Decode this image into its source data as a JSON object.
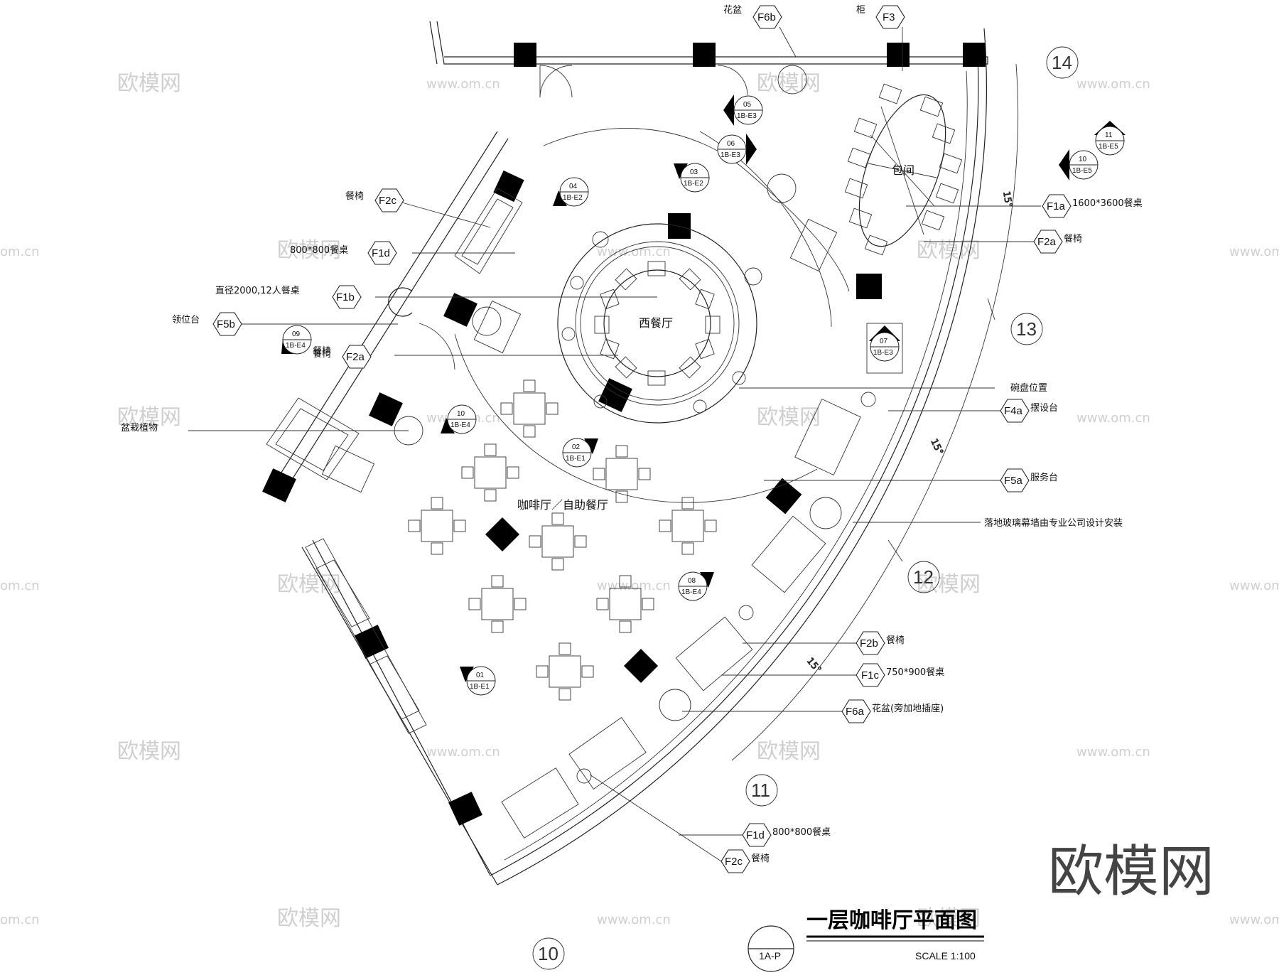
{
  "drawing": {
    "title": "一层咖啡厅平面图",
    "ref_code": "1A-P",
    "scale": "SCALE  1:100",
    "brand_mark": "欧模网"
  },
  "watermarks": {
    "logo": "欧模网",
    "url": "www.om.cn",
    "url_short": "om.cn"
  },
  "rooms": {
    "western_restaurant": "西餐厅",
    "private_room": "包间",
    "cafe_buffet": "咖啡厅／自助餐厅"
  },
  "grid_lines": [
    "14",
    "13",
    "12",
    "11",
    "10"
  ],
  "angle_label": "15°",
  "tags": [
    {
      "code": "F6b",
      "label": "花盆"
    },
    {
      "code": "F3",
      "label": "柜"
    },
    {
      "code": "F2c",
      "label": "餐椅"
    },
    {
      "code": "F1d",
      "label": "800*800餐桌"
    },
    {
      "code": "F1b",
      "label": "直径2000,12人餐桌"
    },
    {
      "code": "F5b",
      "label": "领位台"
    },
    {
      "code": "F2a",
      "label": "餐椅"
    },
    {
      "code": "F1a",
      "label": "1600*3600餐桌"
    },
    {
      "code": "F2a",
      "label": "餐椅"
    },
    {
      "code": "F4a",
      "label": "摆设台"
    },
    {
      "code": "F5a",
      "label": "服务台"
    },
    {
      "code": "F2b",
      "label": "餐椅"
    },
    {
      "code": "F1c",
      "label": "750*900餐桌"
    },
    {
      "code": "F6a",
      "label": "花盆(旁加地插座)"
    },
    {
      "code": "F1d",
      "label": "800*800餐桌"
    },
    {
      "code": "F2c",
      "label": "餐椅"
    }
  ],
  "notes": {
    "planter": "盆栽植物",
    "dish_position": "碗盘位置",
    "glass_curtain": "落地玻璃幕墙由专业公司设计安装",
    "chair_09": "餐椅"
  },
  "elevation_marks": [
    {
      "num": "05",
      "ref": "1B-E3"
    },
    {
      "num": "06",
      "ref": "1B-E3"
    },
    {
      "num": "04",
      "ref": "1B-E2"
    },
    {
      "num": "03",
      "ref": "1B-E2"
    },
    {
      "num": "11",
      "ref": "1B-E5"
    },
    {
      "num": "10",
      "ref": "1B-E5"
    },
    {
      "num": "09",
      "ref": "1B-E4"
    },
    {
      "num": "07",
      "ref": "1B-E3"
    },
    {
      "num": "10",
      "ref": "1B-E4"
    },
    {
      "num": "02",
      "ref": "1B-E1"
    },
    {
      "num": "08",
      "ref": "1B-E4"
    },
    {
      "num": "01",
      "ref": "1B-E1"
    }
  ]
}
